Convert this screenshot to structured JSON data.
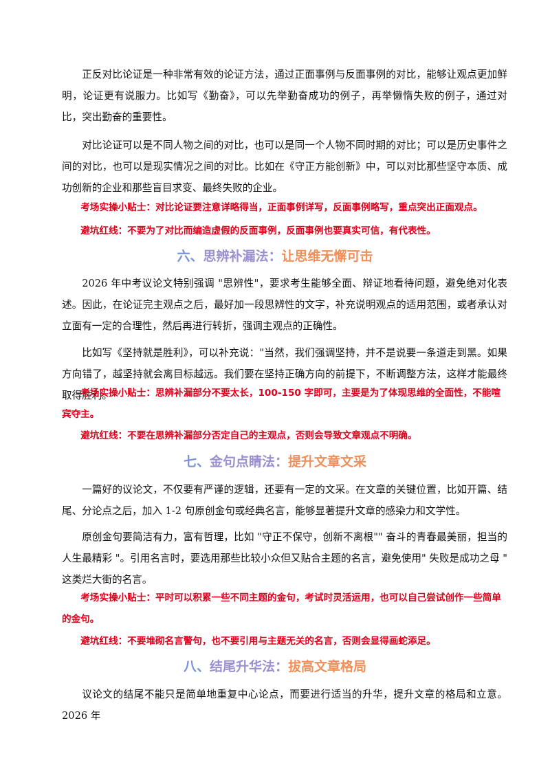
{
  "section5": {
    "p1": "正反对比论证是一种非常有效的论证方法，通过正面事例与反面事例的对比，能够让观点更加鲜明，论证更有说服力。比如写《勤奋》，可以先举勤奋成功的例子，再举懒惰失败的例子，通过对比，突出勤奋的重要性。",
    "p2": "对比论证可以是不同人物之间的对比，也可以是同一个人物不同时期的对比；可以是历史事件之间的对比，也可以是现实情况之间的对比。比如在《守正方能创新》中，可以对比那些坚守本质、成功创新的企业和那些盲目求变、最终失败的企业。",
    "tip_label": "考场实操小贴士：",
    "tip_text": "对比论证要注意详略得当，正面事例详写，反面事例略写，重点突出正面观点。",
    "warn_label": "避坑红线：",
    "warn_text": "不要为了对比而编造虚假的反面事例，反面事例也要真实可信，有代表性。"
  },
  "section6": {
    "heading_num": "六、",
    "heading_name": "思辨补漏法：",
    "heading_slogan": "让思维无懈可击",
    "p1": "2026 年中考议论文特别强调 \"思辨性\"，要求考生能够全面、辩证地看待问题，避免绝对化表述。因此，在论证完主观点之后，最好加一段思辨性的文字，补充说明观点的适用范围，或者承认对立面有一定的合理性，然后再进行转折，强调主观点的正确性。",
    "p2": "比如写《坚持就是胜利》，可以补充说：\"当然，我们强调坚持，并不是说要一条道走到黑。如果方向错了，越坚持就会离目标越远。我们要在坚持正确方向的前提下，不断调整方法，这样才能最终取得胜利。",
    "tip_label": "考场实操小贴士：",
    "tip_text": "思辨补漏部分不要太长，100-150 字即可，主要是为了体现思维的全面性，不能喧宾夺主。",
    "warn_label": "避坑红线：",
    "warn_text": "不要在思辨补漏部分否定自己的主观点，否则会导致文章观点不明确。"
  },
  "section7": {
    "heading_num": "七、",
    "heading_name": "金句点睛法：",
    "heading_slogan": "提升文章文采",
    "p1": "一篇好的议论文，不仅要有严谨的逻辑，还要有一定的文采。在文章的关键位置，比如开篇、结尾、分论点之后，加入 1-2 句原创金句或经典名言，能够显著提升文章的感染力和文学性。",
    "p2": "原创金句要简洁有力，富有哲理，比如 \"守正不保守，创新不离根\"\" 奋斗的青春最美丽，担当的人生最精彩 \"。引用名言时，要选用那些比较小众但又贴合主题的名言，避免使用\" 失败是成功之母 \" 这类烂大街的名言。",
    "tip_label": "考场实操小贴士：",
    "tip_text": "平时可以积累一些不同主题的金句，考试时灵活运用，也可以自己尝试创作一些简单的金句。",
    "warn_label": "避坑红线：",
    "warn_text": "不要堆砌名言警句，也不要引用与主题无关的名言，否则会显得画蛇添足。"
  },
  "section8": {
    "heading_num": "八、",
    "heading_name": "结尾升华法：",
    "heading_slogan": "拔高文章格局",
    "p1": "议论文的结尾不能只是简单地重复中心论点，而要进行适当的升华，提升文章的格局和立意。2026 年"
  }
}
